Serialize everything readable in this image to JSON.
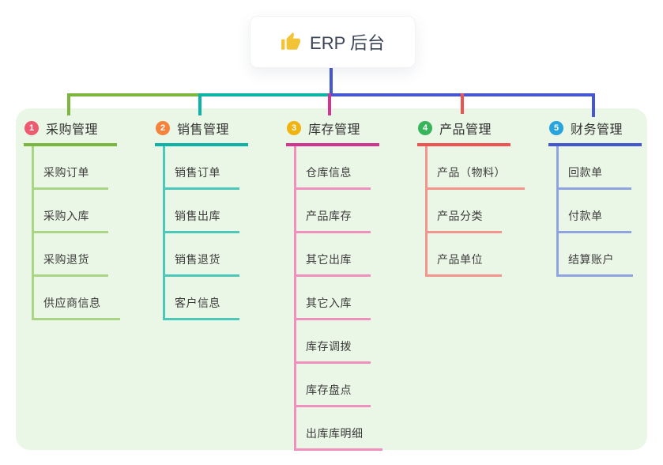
{
  "root": {
    "icon": "thumbs-up-icon",
    "label": "ERP 后台"
  },
  "branches": [
    {
      "num": "1",
      "label": "采购管理",
      "children": [
        "采购订单",
        "采购入库",
        "采购退货",
        "供应商信息"
      ]
    },
    {
      "num": "2",
      "label": "销售管理",
      "children": [
        "销售订单",
        "销售出库",
        "销售退货",
        "客户信息"
      ]
    },
    {
      "num": "3",
      "label": "库存管理",
      "children": [
        "仓库信息",
        "产品库存",
        "其它出库",
        "其它入库",
        "库存调拨",
        "库存盘点",
        "出库库明细"
      ]
    },
    {
      "num": "4",
      "label": "产品管理",
      "children": [
        "产品（物料）",
        "产品分类",
        "产品单位"
      ]
    },
    {
      "num": "5",
      "label": "财务管理",
      "children": [
        "回款单",
        "付款单",
        "结算账户"
      ]
    }
  ],
  "colors": {
    "canvas_bg": "#ffffff",
    "panel_bg": "#ebf7e6",
    "root_line": "#4456d0",
    "icon_yellow": "#f2c337",
    "text_dark": "#3a4456",
    "branches": [
      {
        "main": "#7cb63e",
        "light": "#a9d584",
        "badge": "#ee5a6e"
      },
      {
        "main": "#0db3a5",
        "light": "#4cc8bb",
        "badge": "#f6833c"
      },
      {
        "main": "#d2348f",
        "light": "#f090bd",
        "badge": "#f1b30f"
      },
      {
        "main": "#ee5352",
        "light": "#f5938d",
        "badge": "#38b45a"
      },
      {
        "main": "#4456d0",
        "light": "#8fa3e0",
        "badge": "#27a3dd"
      }
    ]
  }
}
